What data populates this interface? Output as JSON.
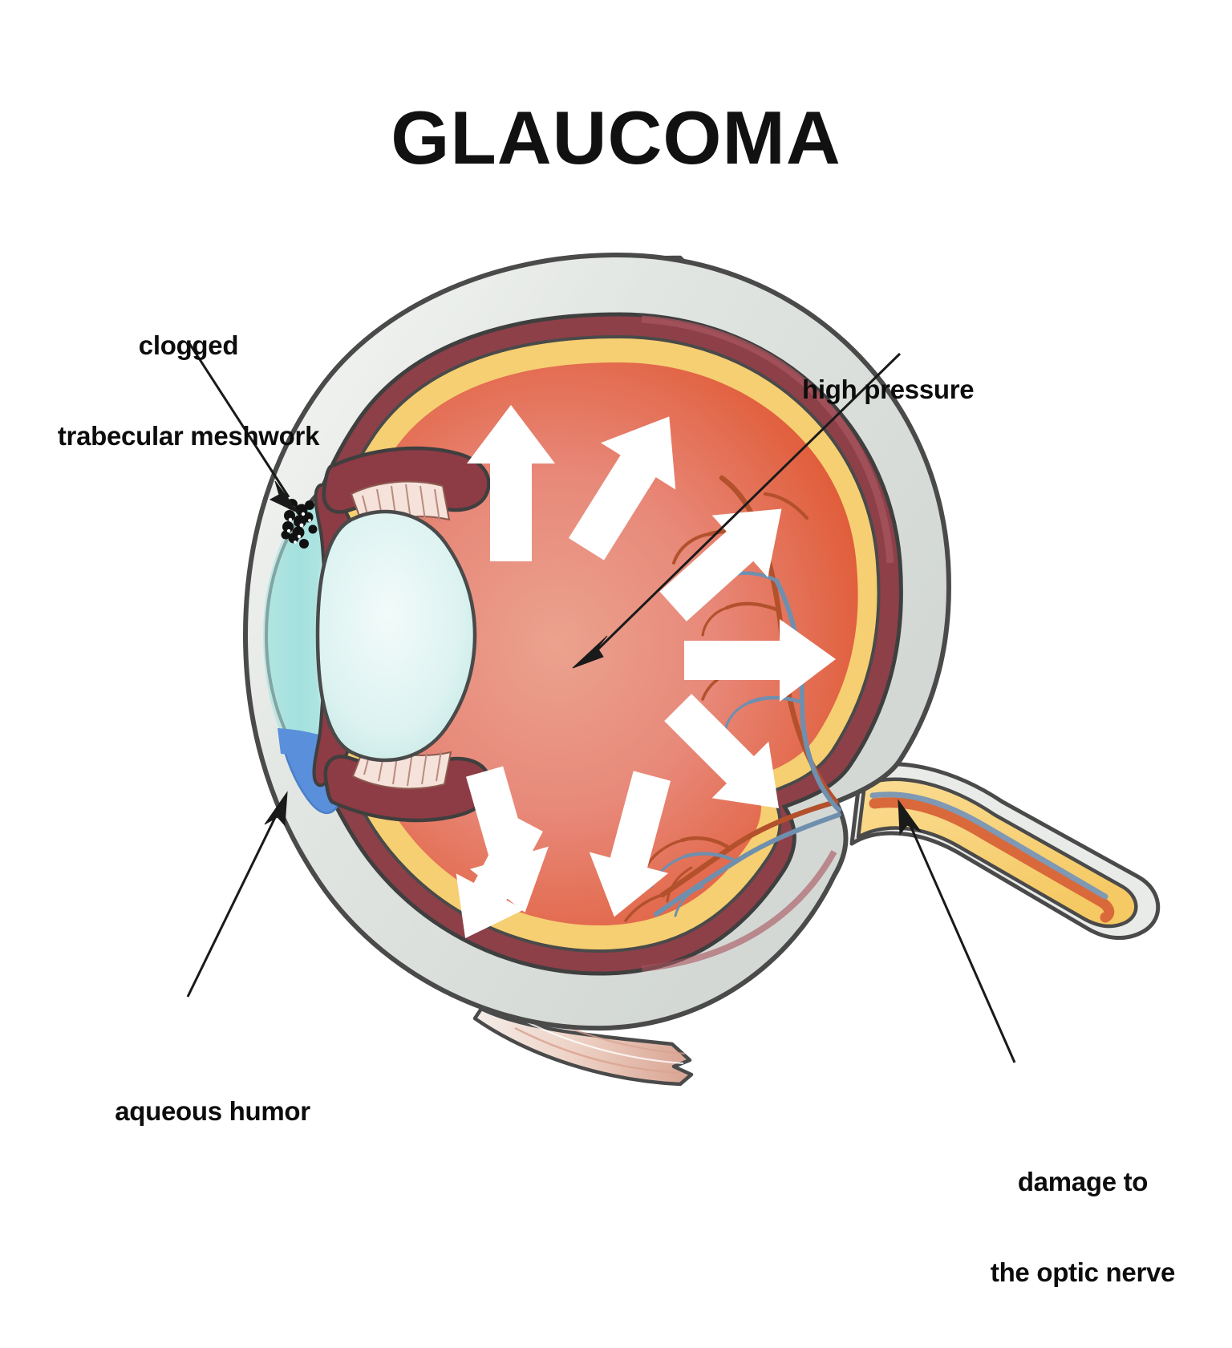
{
  "page": {
    "title": "GLAUCOMA",
    "background_color": "#ffffff",
    "text_color": "#0d0d0d"
  },
  "labels": {
    "clogged": {
      "line1": "clogged",
      "line2": "trabecular meshwork"
    },
    "aqueous": {
      "line1": "aqueous humor"
    },
    "pressure": {
      "line1": "high pressure"
    },
    "damage": {
      "line1": "damage to",
      "line2": "the optic nerve"
    }
  },
  "diagram": {
    "name": "cross-section of human eye with glaucoma",
    "parts": [
      {
        "name": "sclera",
        "color": "#e3e6e3"
      },
      {
        "name": "choroid",
        "color": "#8d4048"
      },
      {
        "name": "retina",
        "color": "#f6cf72"
      },
      {
        "name": "vitreous-humor",
        "color": "#e8897a"
      },
      {
        "name": "vitreous-rim",
        "color": "#e2603f"
      },
      {
        "name": "cornea",
        "color": "#c2e6e0"
      },
      {
        "name": "anterior-chamber",
        "color": "#a8e2e0"
      },
      {
        "name": "lens",
        "color": "#dff4f2"
      },
      {
        "name": "iris",
        "color": "#8d3b44"
      },
      {
        "name": "aqueous-humor-pool",
        "color": "#5a8fdb"
      },
      {
        "name": "clogged-meshwork",
        "color": "#111111"
      },
      {
        "name": "optic-nerve",
        "color": "#f7d07a"
      },
      {
        "name": "optic-nerve-artery",
        "color": "#d9693a"
      },
      {
        "name": "optic-nerve-vein",
        "color": "#7f98b3"
      },
      {
        "name": "eye-muscle",
        "color": "#e8c0b2"
      },
      {
        "name": "artery-vessels",
        "color": "#b3512c"
      },
      {
        "name": "vein-vessels",
        "color": "#6f8fae"
      },
      {
        "name": "pressure-arrows",
        "color": "#ffffff",
        "count": 8
      },
      {
        "name": "outline",
        "color": "#4a4a4a"
      }
    ],
    "pressure_arrow_directions": [
      "up",
      "up-right-upper",
      "up-right",
      "right",
      "down-right",
      "down",
      "down-left-lower",
      "down-outward"
    ]
  }
}
